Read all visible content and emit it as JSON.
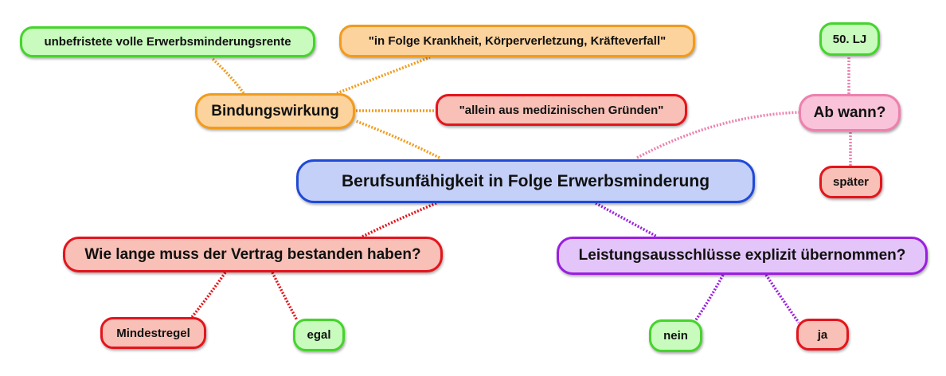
{
  "mindmap": {
    "center": {
      "label": "Berufsunfähigkeit in Folge Erwerbsminderung",
      "color": "blue"
    },
    "branches": [
      {
        "id": "bindungswirkung",
        "label": "Bindungswirkung",
        "color": "orange",
        "children": [
          {
            "id": "unbefristete",
            "label": "unbefristete volle Erwerbsminderungsrente",
            "color": "green"
          },
          {
            "id": "in-folge",
            "label": "\"in Folge Krankheit, Körperverletzung, Kräfteverfall\"",
            "color": "orange"
          },
          {
            "id": "allein",
            "label": "\"allein aus medizinischen Gründen\"",
            "color": "red"
          }
        ]
      },
      {
        "id": "ab-wann",
        "label": "Ab wann?",
        "color": "pink",
        "children": [
          {
            "id": "50lj",
            "label": "50. LJ",
            "color": "green"
          },
          {
            "id": "spaeter",
            "label": "später",
            "color": "red"
          }
        ]
      },
      {
        "id": "vertrag",
        "label": "Wie lange muss der Vertrag bestanden haben?",
        "color": "red",
        "children": [
          {
            "id": "mindestregel",
            "label": "Mindestregel",
            "color": "red"
          },
          {
            "id": "egal",
            "label": "egal",
            "color": "green"
          }
        ]
      },
      {
        "id": "leistung",
        "label": "Leistungsausschlüsse explizit übernommen?",
        "color": "purple",
        "children": [
          {
            "id": "nein",
            "label": "nein",
            "color": "green"
          },
          {
            "id": "ja",
            "label": "ja",
            "color": "red"
          }
        ]
      }
    ]
  },
  "colors": {
    "blue": "#1f49d8",
    "orange": "#f29b1c",
    "red": "#e5141c",
    "green": "#45d42c",
    "pink": "#ee80ae",
    "purple": "#9b1ee0"
  }
}
